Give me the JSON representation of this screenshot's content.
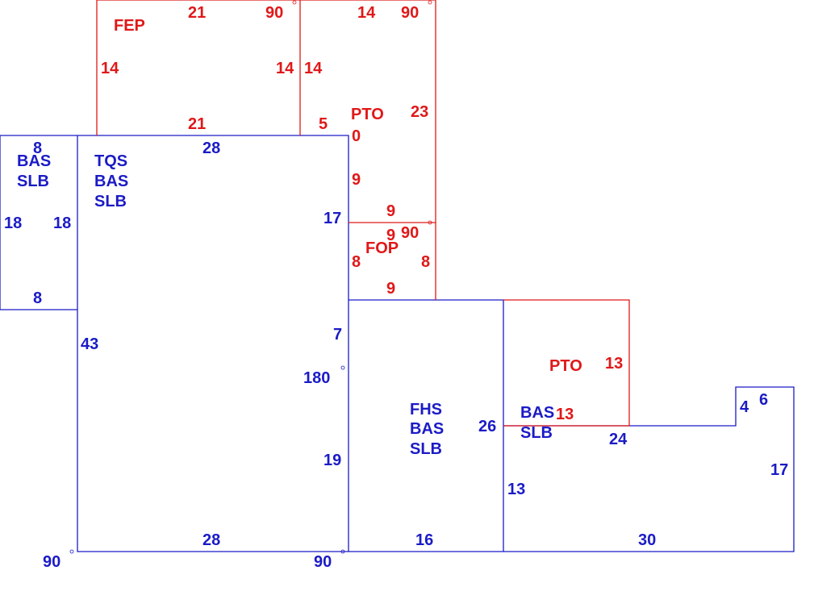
{
  "colors": {
    "living_area": "#1b1bc6",
    "other_area": "#e01818",
    "background": "#ffffff"
  },
  "areas": {
    "bas_slb_small": [
      "BAS",
      "SLB"
    ],
    "tqs_bas_slb": [
      "TQS",
      "BAS",
      "SLB"
    ],
    "fhs_bas_slb": [
      "FHS",
      "BAS",
      "SLB"
    ],
    "bas_slb_right": [
      "BAS",
      "SLB"
    ],
    "fep": [
      "FEP"
    ],
    "pto_upper": [
      "PTO"
    ],
    "fop": [
      "FOP"
    ],
    "pto_lower": [
      "PTO"
    ]
  },
  "dimensions": {
    "bas_small_top": "8",
    "bas_small_left": "18",
    "bas_small_right": "18",
    "bas_small_bottom": "8",
    "tqs_top": "28",
    "tqs_left": "43",
    "tqs_right_upper": "17",
    "tqs_right_mid": "7",
    "tqs_right_lower": "19",
    "tqs_bottom": "28",
    "tqs_angle_180": "180",
    "tqs_angle_bl": "90",
    "tqs_angle_br": "90",
    "fhs_bottom": "16",
    "fhs_right": "26",
    "right_left": "13",
    "right_top": "24",
    "right_notch_left": "4",
    "right_notch_top": "6",
    "right_right": "17",
    "right_bottom": "30",
    "fep_top": "21",
    "fep_left": "14",
    "fep_right": "14",
    "fep_bottom": "21",
    "fep_angle": "90",
    "pto_upper_top": "14",
    "pto_upper_left": "14",
    "pto_upper_seg": "5",
    "pto_upper_seg0": "0",
    "pto_upper_inner": "9",
    "pto_upper_right": "23",
    "pto_upper_bottom": "9",
    "pto_upper_angle": "90",
    "fop_top": "9",
    "fop_left": "8",
    "fop_right": "8",
    "fop_bottom": "9",
    "fop_angle": "90",
    "pto_lower_right": "13",
    "pto_lower_bottom": "13"
  }
}
